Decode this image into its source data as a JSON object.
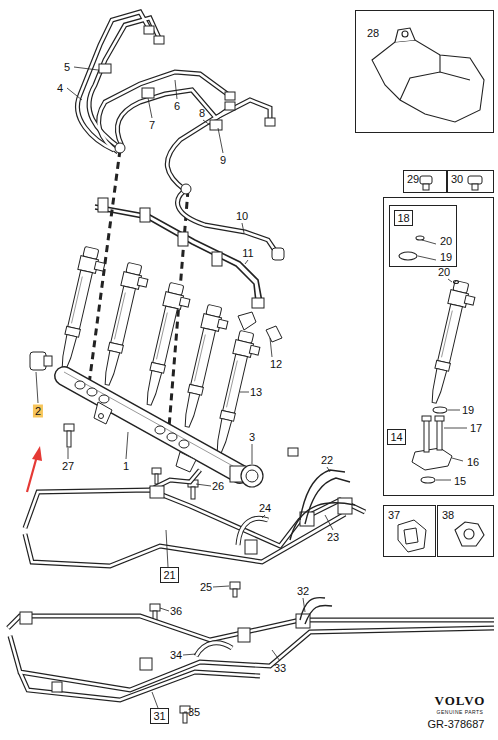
{
  "diagram": {
    "nodes": [
      {
        "text": [
          "28"
        ]
      },
      {
        "text": [
          "29"
        ]
      },
      {
        "text": [
          "30"
        ]
      },
      {
        "text": [
          "20",
          "19",
          "17",
          "16",
          "15"
        ]
      },
      {
        "text": [
          "20",
          "19"
        ],
        "in": 3
      },
      {
        "text": [
          "18"
        ],
        "in": 4
      },
      {
        "text": [
          "14"
        ],
        "in": 3
      },
      {
        "text": [
          "37"
        ]
      },
      {
        "text": [
          "38"
        ]
      },
      {
        "text": [
          "21"
        ]
      },
      {
        "text": [
          "31"
        ]
      }
    ],
    "labels": [
      "5",
      "4",
      "6",
      "7",
      "8",
      "9",
      "10",
      "11",
      "12",
      "13",
      "3",
      "2",
      "27",
      "1",
      "26",
      "22",
      "24",
      "23",
      "25",
      "32",
      "36",
      "34",
      "33",
      "35",
      "VOLVO",
      "GENUINE PARTS",
      "GR-378687"
    ]
  }
}
